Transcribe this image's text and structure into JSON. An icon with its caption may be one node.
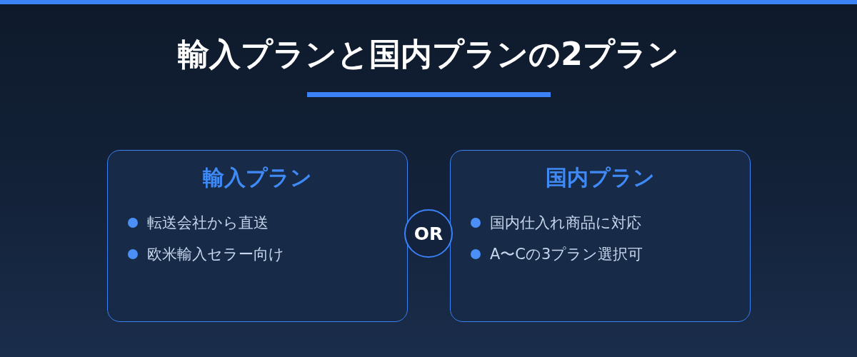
{
  "diagram": {
    "title": "輸入プランと国内プランの2プラン",
    "nodes": [
      {
        "text": [
          "輸入プラン",
          "転送会社から直送",
          "欧米輸入セラー向け"
        ]
      },
      {
        "text": [
          "OR"
        ]
      },
      {
        "text": [
          "国内プラン",
          "国内仕入れ商品に対応",
          "A〜Cの3プラン選択可"
        ]
      }
    ]
  }
}
